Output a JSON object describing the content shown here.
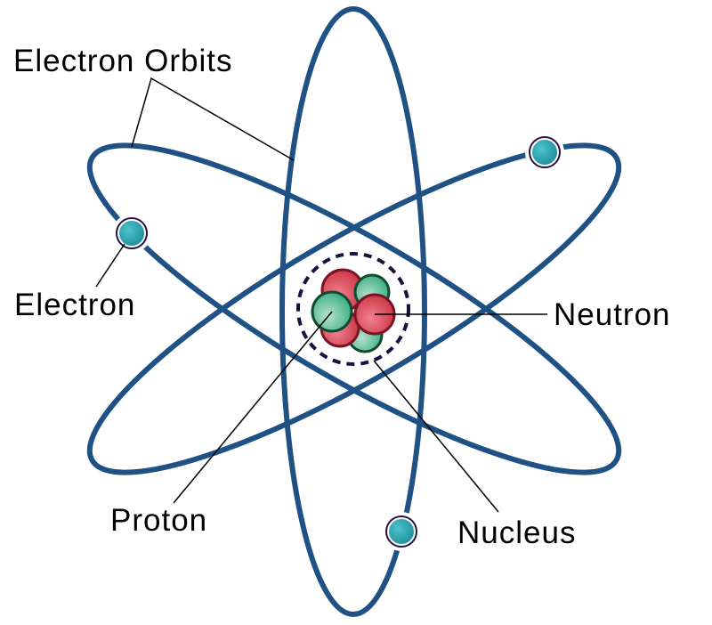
{
  "labels": {
    "electron_orbits": "Electron Orbits",
    "electron": "Electron",
    "neutron": "Neutron",
    "proton": "Proton",
    "nucleus": "Nucleus"
  },
  "colors": {
    "orbit": "#1f5184",
    "electron": "#1a9aa8",
    "proton": "#3db38a",
    "neutron": "#d63a4a",
    "nucleus_boundary": "#1a1040"
  }
}
